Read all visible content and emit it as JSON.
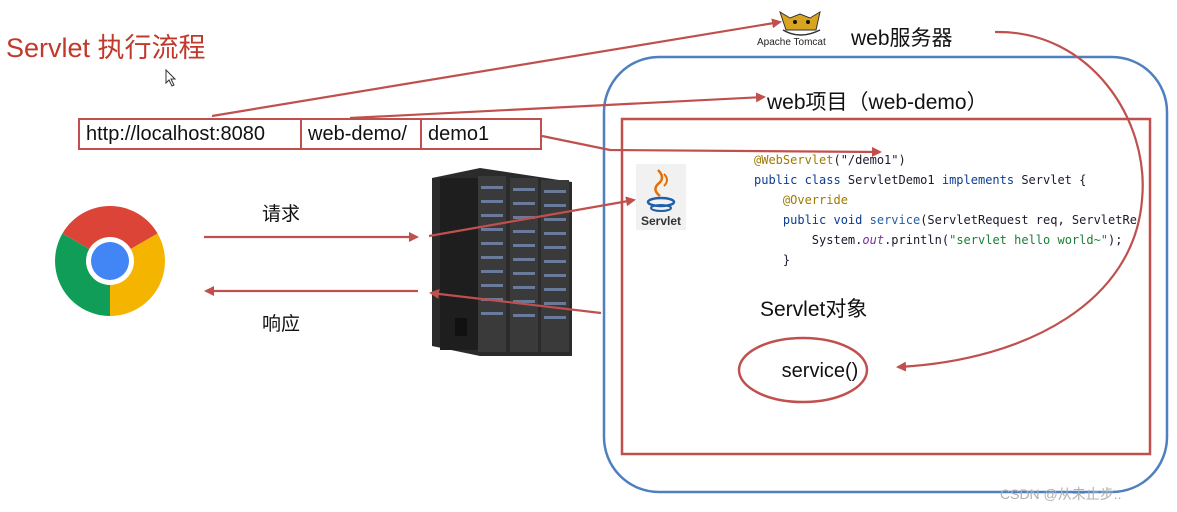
{
  "title": "Servlet 执行流程",
  "url": {
    "host": "http://localhost:8080",
    "project": "web-demo",
    "path": "demo1"
  },
  "server": {
    "label": "web服务器",
    "logo_text": "Apache Tomcat"
  },
  "project_label": "web项目（web-demo）",
  "request_label": "请求",
  "response_label": "响应",
  "servlet_logo_text": "Servlet",
  "servlet_object_label": "Servlet对象",
  "service_method": "service()",
  "code": {
    "line1_annotation": "@WebServlet",
    "line1_arg": "(\"/demo1\")",
    "line2_kw": "public class",
    "line2_rest": " ServletDemo1 ",
    "line2_kw2": "implements",
    "line2_iface": " Servlet {",
    "line3_annotation": "@Override",
    "line4_kw": "public void",
    "line4_method": " service",
    "line4_rest": "(ServletRequest req, ServletRe",
    "line5_pre": "System.",
    "line5_out": "out",
    "line5_mid": ".println(",
    "line5_str": "\"servlet hello world~\"",
    "line5_end": ");",
    "line6": "}"
  },
  "watermark": "CSDN @从未止步..",
  "colors": {
    "accent_red": "#c0504d",
    "title_red": "#c0392b",
    "container_blue": "#4f7fbf"
  }
}
